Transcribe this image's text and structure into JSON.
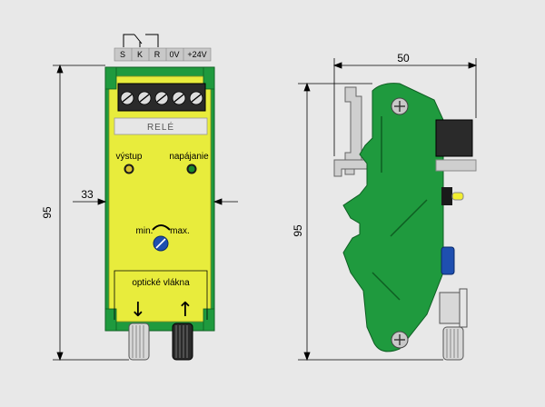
{
  "terminals": {
    "s": "S",
    "k": "K",
    "r": "R",
    "zero_v": "0V",
    "plus_24v": "+24V"
  },
  "front": {
    "relay_label": "RELÉ",
    "output_label": "výstup",
    "power_label": "napájanie",
    "min_label": "min.",
    "max_label": "max.",
    "fiber_label": "optické vlákna",
    "arrow_in": "↓",
    "arrow_out": "↑"
  },
  "dimensions": {
    "height": "95",
    "width_front": "33",
    "depth": "50",
    "height_side": "95"
  },
  "colors": {
    "background": "#e8e8e8",
    "yellow": "#e8ec3c",
    "green": "#1f9a3e",
    "dark_green": "#0e5e22",
    "terminal_gray": "#c8c8c8"
  }
}
